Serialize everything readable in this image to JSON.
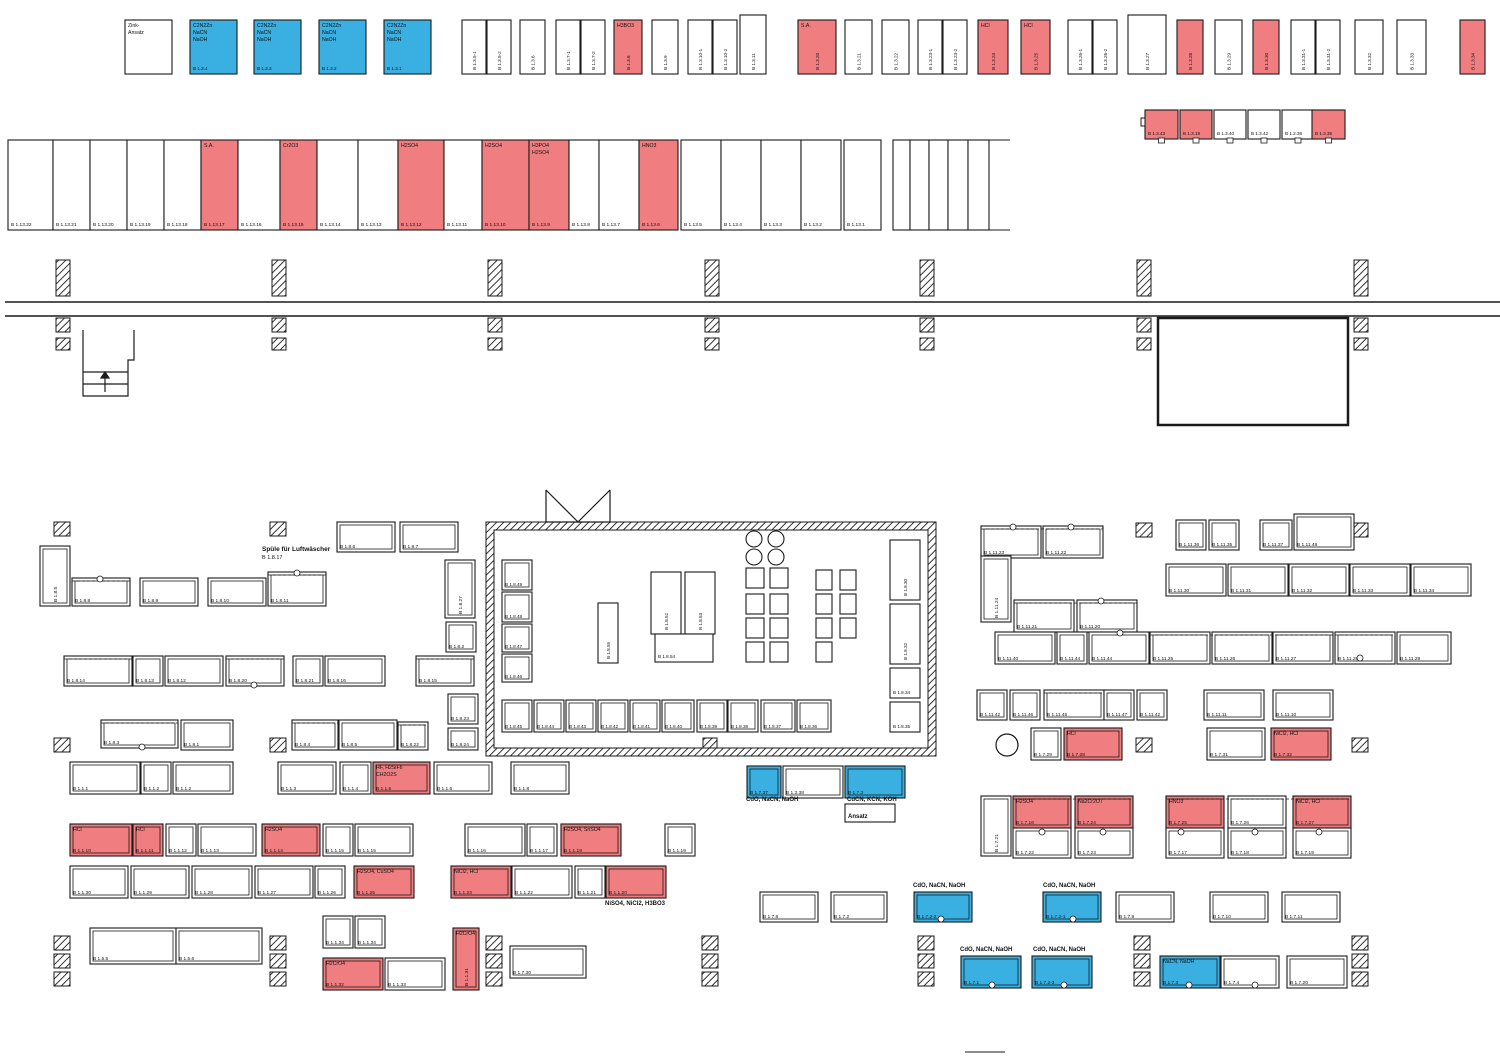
{
  "colors": {
    "red": "#f07e80",
    "blue": "#3ab0e2",
    "outline": "#1a1a1a",
    "hatch": "#333333"
  },
  "top_row": [
    {
      "label": "",
      "chem": "Zink-\nAnsatz",
      "fill": "white"
    },
    {
      "label": "B 1.3.4",
      "chem": "C2N2Zn\nNaCN\nNaOH",
      "fill": "blue"
    },
    {
      "label": "B 1.3.3",
      "chem": "C2N2Zn\nNaCN\nNaOH",
      "fill": "blue"
    },
    {
      "label": "B 1.3.2",
      "chem": "C2N2Zn\nNaCN\nNaOH",
      "fill": "blue"
    },
    {
      "label": "B 1.3.1",
      "chem": "C2N2Zn\nNaCN\nNaOH",
      "fill": "blue"
    },
    {
      "label": "B 1.3.5-1",
      "fill": "white"
    },
    {
      "label": "B 1.3.5-2",
      "fill": "white"
    },
    {
      "label": "B 1.3.6",
      "fill": "white"
    },
    {
      "label": "B 1.3.7-1",
      "fill": "white"
    },
    {
      "label": "B 1.3.7-2",
      "fill": "white"
    },
    {
      "label": "B 1.3.8",
      "chem": "H3BO3",
      "fill": "red"
    },
    {
      "label": "B 1.3.9",
      "fill": "white"
    },
    {
      "label": "B 1.3.10-1",
      "fill": "white"
    },
    {
      "label": "B 1.3.10-2",
      "fill": "white"
    },
    {
      "label": "B 1.3.11",
      "fill": "white"
    },
    {
      "label": "B 1.3.20",
      "chem": "S.A.",
      "fill": "red"
    },
    {
      "label": "B 1.3.21",
      "fill": "white"
    },
    {
      "label": "B 1.3.22",
      "fill": "white"
    },
    {
      "label": "B 1.3.23-1",
      "fill": "white"
    },
    {
      "label": "B 1.3.23-2",
      "fill": "white"
    },
    {
      "label": "B 1.3.24",
      "chem": "HCl",
      "fill": "red"
    },
    {
      "label": "B 1.3.25",
      "chem": "HCl",
      "fill": "red"
    },
    {
      "label": "B 1.3.26-1",
      "fill": "white"
    },
    {
      "label": "B 1.3.26-2",
      "fill": "white"
    },
    {
      "label": "B 1.3.27",
      "fill": "white"
    },
    {
      "label": "B 1.3.28",
      "fill": "red"
    },
    {
      "label": "B 1.3.29",
      "fill": "white"
    },
    {
      "label": "B 1.3.30",
      "fill": "red"
    },
    {
      "label": "B 1.3.31-1",
      "fill": "white"
    },
    {
      "label": "B 1.3.31-2",
      "fill": "white"
    },
    {
      "label": "B 1.3.32",
      "fill": "white"
    },
    {
      "label": "B 1.3.33",
      "fill": "white"
    },
    {
      "label": "B 1.3.34",
      "fill": "red"
    }
  ],
  "second_small_row": [
    {
      "label": "B 1.3.43",
      "fill": "red"
    },
    {
      "label": "B 1.3.19",
      "fill": "red"
    },
    {
      "label": "B 1.3.40",
      "fill": "white"
    },
    {
      "label": "B 1.3.42",
      "fill": "white"
    },
    {
      "label": "B 1.2.36",
      "fill": "white"
    },
    {
      "label": "B 1.3.35",
      "fill": "red"
    }
  ],
  "main_row": [
    {
      "label": "B 1.13.22",
      "fill": "white"
    },
    {
      "label": "B 1.13.21",
      "fill": "white"
    },
    {
      "label": "B 1.13.20",
      "fill": "white"
    },
    {
      "label": "B 1.13.19",
      "fill": "white"
    },
    {
      "label": "B 1.13.18",
      "fill": "white"
    },
    {
      "label": "B 1.13.17",
      "chem": "S.A.",
      "fill": "red"
    },
    {
      "label": "B 1.13.16",
      "fill": "white"
    },
    {
      "label": "B 1.13.15",
      "chem": "Cr2O3",
      "fill": "red"
    },
    {
      "label": "B 1.13.14",
      "fill": "white"
    },
    {
      "label": "B 1.13.13",
      "fill": "white"
    },
    {
      "label": "B 1.13.12",
      "chem": "H2SO4",
      "fill": "red"
    },
    {
      "label": "B 1.13.11",
      "fill": "white"
    },
    {
      "label": "B 1.13.10",
      "chem": "H2SO4",
      "fill": "red"
    },
    {
      "label": "B 1.13.9",
      "chem": "H3PO4\nH2SO4",
      "fill": "red"
    },
    {
      "label": "B 1.13.8",
      "fill": "white"
    },
    {
      "label": "B 1.13.7",
      "fill": "white"
    },
    {
      "label": "B 1.13.6",
      "chem": "HNO3",
      "fill": "red"
    },
    {
      "label": "B 1.13.5",
      "fill": "white"
    },
    {
      "label": "B 1.13.4",
      "fill": "white"
    },
    {
      "label": "B 1.13.3",
      "fill": "white"
    },
    {
      "label": "B 1.13.2",
      "fill": "white"
    },
    {
      "label": "B 1.13.1",
      "fill": "white"
    }
  ],
  "spuele_text": "Spüle für Luftwäscher",
  "spuele_label": "B 1.8.17",
  "cabinets": [
    {
      "label": "B 1.8.5",
      "fill": "white"
    },
    {
      "label": "B 1.8.8",
      "fill": "white"
    },
    {
      "label": "B 1.8.9",
      "fill": "white"
    },
    {
      "label": "B 1.8.10",
      "fill": "white"
    },
    {
      "label": "B 1.8.11",
      "fill": "white"
    },
    {
      "label": "B 1.8.6",
      "fill": "white"
    },
    {
      "label": "B 1.8.7",
      "fill": "white"
    },
    {
      "label": "B 1.8.14",
      "fill": "white"
    },
    {
      "label": "B 1.8.13",
      "fill": "white"
    },
    {
      "label": "B 1.8.12",
      "fill": "white"
    },
    {
      "label": "B 1.8.20",
      "fill": "white"
    },
    {
      "label": "B 1.8.21",
      "fill": "white"
    },
    {
      "label": "B 1.8.16",
      "fill": "white"
    },
    {
      "label": "B 1.8.15",
      "fill": "white"
    },
    {
      "label": "B 1.8.27",
      "fill": "white"
    },
    {
      "label": "B 1.8.2",
      "fill": "white"
    },
    {
      "label": "B 1.8.3",
      "fill": "white"
    },
    {
      "label": "B 1.8.1",
      "fill": "white"
    },
    {
      "label": "B 1.8.4",
      "fill": "white"
    },
    {
      "label": "B 1.8.5",
      "fill": "white"
    },
    {
      "label": "B 1.8.22",
      "fill": "white"
    },
    {
      "label": "B 1.8.23",
      "fill": "white"
    },
    {
      "label": "B 1.8.24",
      "fill": "white"
    },
    {
      "label": "B 1.1.1",
      "fill": "white"
    },
    {
      "label": "B 1.1.2",
      "fill": "white"
    },
    {
      "label": "B 1.1.2",
      "fill": "white"
    },
    {
      "label": "B 1.1.3",
      "fill": "white"
    },
    {
      "label": "B 1.1.4",
      "fill": "white"
    },
    {
      "label": "B 1.1.5",
      "chem": "HF, H2SiF6\nCH2O2S",
      "fill": "red"
    },
    {
      "label": "B 1.1.6",
      "fill": "white"
    },
    {
      "label": "B 1.1.8",
      "fill": "white"
    },
    {
      "label": "B 1.1.10",
      "chem": "HCl",
      "fill": "red"
    },
    {
      "label": "B 1.1.11",
      "chem": "HCl",
      "fill": "red"
    },
    {
      "label": "B 1.1.12",
      "fill": "white"
    },
    {
      "label": "B 1.1.13",
      "fill": "white"
    },
    {
      "label": "B 1.1.14",
      "chem": "H2SO4",
      "fill": "red"
    },
    {
      "label": "B 1.1.15",
      "fill": "white"
    },
    {
      "label": "B 1.1.15",
      "fill": "white"
    },
    {
      "label": "B 1.1.16",
      "fill": "white"
    },
    {
      "label": "B 1.1.17",
      "fill": "white"
    },
    {
      "label": "B 1.1.18",
      "chem": "H2SO4, SnSO4",
      "fill": "red"
    },
    {
      "label": "B 1.1.19",
      "fill": "white"
    },
    {
      "label": "B 1.1.30",
      "fill": "white"
    },
    {
      "label": "B 1.1.29",
      "fill": "white"
    },
    {
      "label": "B 1.1.28",
      "fill": "white"
    },
    {
      "label": "B 1.1.27",
      "fill": "white"
    },
    {
      "label": "B 1.1.26",
      "fill": "white"
    },
    {
      "label": "B 1.1.25",
      "chem": "H2SO4, CuSO4",
      "fill": "red"
    },
    {
      "label": "B 1.1.23",
      "chem": "NiCl2, HCl",
      "fill": "red"
    },
    {
      "label": "B 1.1.22",
      "fill": "white"
    },
    {
      "label": "B 1.1.21",
      "fill": "white"
    },
    {
      "label": "B 1.1.20",
      "fill": "red"
    },
    {
      "label": "B 1.5.5",
      "fill": "white"
    },
    {
      "label": "B 1.5.6",
      "fill": "white"
    },
    {
      "label": "B 1.1.34",
      "fill": "white"
    },
    {
      "label": "B 1.1.34",
      "fill": "white"
    },
    {
      "label": "B 1.1.32",
      "chem": "H2CrO4",
      "fill": "red"
    },
    {
      "label": "B 1.1.33",
      "fill": "white"
    },
    {
      "label": "B 1.1.31",
      "chem": "H2CrO4",
      "fill": "red"
    },
    {
      "label": "B 1.7.30",
      "fill": "white"
    },
    {
      "label": "B 1.7.37",
      "fill": "blue"
    },
    {
      "label": "B 1.3.38",
      "fill": "white"
    },
    {
      "label": "B 1.7.3",
      "fill": "blue"
    },
    {
      "label": "B 1.11.23",
      "fill": "white"
    },
    {
      "label": "B 1.11.22",
      "fill": "white"
    },
    {
      "label": "B 1.11.36",
      "fill": "white"
    },
    {
      "label": "B 1.11.35",
      "fill": "white"
    },
    {
      "label": "B 1.11.37",
      "fill": "white"
    },
    {
      "label": "B 1.11.48",
      "fill": "white"
    },
    {
      "label": "B 1.11.24",
      "fill": "white"
    },
    {
      "label": "B 1.11.30",
      "fill": "white"
    },
    {
      "label": "B 1.11.31",
      "fill": "white"
    },
    {
      "label": "B 1.11.32",
      "fill": "white"
    },
    {
      "label": "B 1.11.33",
      "fill": "white"
    },
    {
      "label": "B 1.11.34",
      "fill": "white"
    },
    {
      "label": "B 1.11.21",
      "fill": "white"
    },
    {
      "label": "B 1.11.20",
      "fill": "white"
    },
    {
      "label": "B 1.11.40",
      "fill": "white"
    },
    {
      "label": "B 1.11.44",
      "fill": "white"
    },
    {
      "label": "B 1.11.44",
      "fill": "white"
    },
    {
      "label": "B 1.11.25",
      "fill": "white"
    },
    {
      "label": "B 1.11.26",
      "fill": "white"
    },
    {
      "label": "B 1.11.27",
      "fill": "white"
    },
    {
      "label": "B 1.11.28",
      "fill": "white"
    },
    {
      "label": "B 1.11.29",
      "fill": "white"
    },
    {
      "label": "B 1.11.42",
      "fill": "white"
    },
    {
      "label": "B 1.11.46",
      "fill": "white"
    },
    {
      "label": "B 1.11.45",
      "fill": "white"
    },
    {
      "label": "B 1.11.47",
      "fill": "white"
    },
    {
      "label": "B 1.11.42",
      "fill": "white"
    },
    {
      "label": "B 1.11.11",
      "fill": "white"
    },
    {
      "label": "B 1.11.10",
      "fill": "white"
    },
    {
      "label": "B 1.7.29",
      "fill": "white"
    },
    {
      "label": "B 1.7.28",
      "chem": "HCl",
      "fill": "red"
    },
    {
      "label": "B 1.7.31",
      "fill": "white"
    },
    {
      "label": "B 1.7.32",
      "chem": "NiCl2, HCl",
      "fill": "red"
    },
    {
      "label": "B 1.7.21",
      "fill": "white"
    },
    {
      "label": "B 1.7.16",
      "chem": "H2SO4",
      "fill": "red"
    },
    {
      "label": "B 1.7.24",
      "chem": "Na2Cr2O7",
      "fill": "red"
    },
    {
      "label": "B 1.7.25",
      "chem": "HNO3",
      "fill": "red"
    },
    {
      "label": "B 1.7.26",
      "fill": "white"
    },
    {
      "label": "B 1.7.27",
      "chem": "NiCl2, HCl",
      "fill": "red"
    },
    {
      "label": "B 1.7.22",
      "fill": "white"
    },
    {
      "label": "B 1.7.23",
      "fill": "white"
    },
    {
      "label": "B 1.7.17",
      "fill": "white"
    },
    {
      "label": "B 1.7.18",
      "fill": "white"
    },
    {
      "label": "B 1.7.19",
      "fill": "white"
    },
    {
      "label": "B 1.7.8",
      "fill": "white"
    },
    {
      "label": "B 1.7.2",
      "fill": "white"
    },
    {
      "label": "B 1.7.2-2",
      "fill": "blue"
    },
    {
      "label": "B 1.7.2-1",
      "fill": "blue"
    },
    {
      "label": "B 1.7.9",
      "fill": "white"
    },
    {
      "label": "B 1.7.10",
      "fill": "white"
    },
    {
      "label": "B 1.7.11",
      "fill": "white"
    },
    {
      "label": "B 1.7.1",
      "fill": "blue"
    },
    {
      "label": "B 1.7.2-3",
      "fill": "blue"
    },
    {
      "label": "B 1.7.3",
      "chem": "NaCN, NaOH",
      "fill": "blue"
    },
    {
      "label": "B 1.7.4",
      "fill": "white"
    },
    {
      "label": "B 1.7.20",
      "fill": "white"
    }
  ],
  "room_boxes": [
    {
      "label": "B 1.8.49"
    },
    {
      "label": "B 1.8.48"
    },
    {
      "label": "B 1.8.47"
    },
    {
      "label": "B 1.8.46"
    },
    {
      "label": "B 1.8.55"
    },
    {
      "label": "B 1.8.52"
    },
    {
      "label": "B 1.8.53"
    },
    {
      "label": "B 1.8.54"
    },
    {
      "label": "B 1.8.30"
    },
    {
      "label": "B 1.8.31"
    },
    {
      "label": "B 1.8.32"
    },
    {
      "label": "B 1.8.33"
    },
    {
      "label": "B 1.8.34"
    },
    {
      "label": "B 1.8.35"
    },
    {
      "label": "B 1.8.45"
    },
    {
      "label": "B 1.8.44"
    },
    {
      "label": "B 1.8.43"
    },
    {
      "label": "B 1.8.42"
    },
    {
      "label": "B 1.8.41"
    },
    {
      "label": "B 1.8.40"
    },
    {
      "label": "B 1.8.39"
    },
    {
      "label": "B 1.8.38"
    },
    {
      "label": "B 1.8.37"
    },
    {
      "label": "B 1.8.36"
    }
  ],
  "annotations": [
    {
      "text": "CdO, NaCN, NaOH"
    },
    {
      "text": "CdCN, KCN, KOH"
    },
    {
      "text": "Ansatz"
    },
    {
      "text": "NiSO4, NiCl2, H3BO3"
    },
    {
      "text": "CdO, NaCN, NaOH"
    },
    {
      "text": "CdO, NaCN, NaOH"
    },
    {
      "text": "CdO, NaCN, NaOH"
    },
    {
      "text": "CdO, NaCN, NaOH"
    }
  ]
}
